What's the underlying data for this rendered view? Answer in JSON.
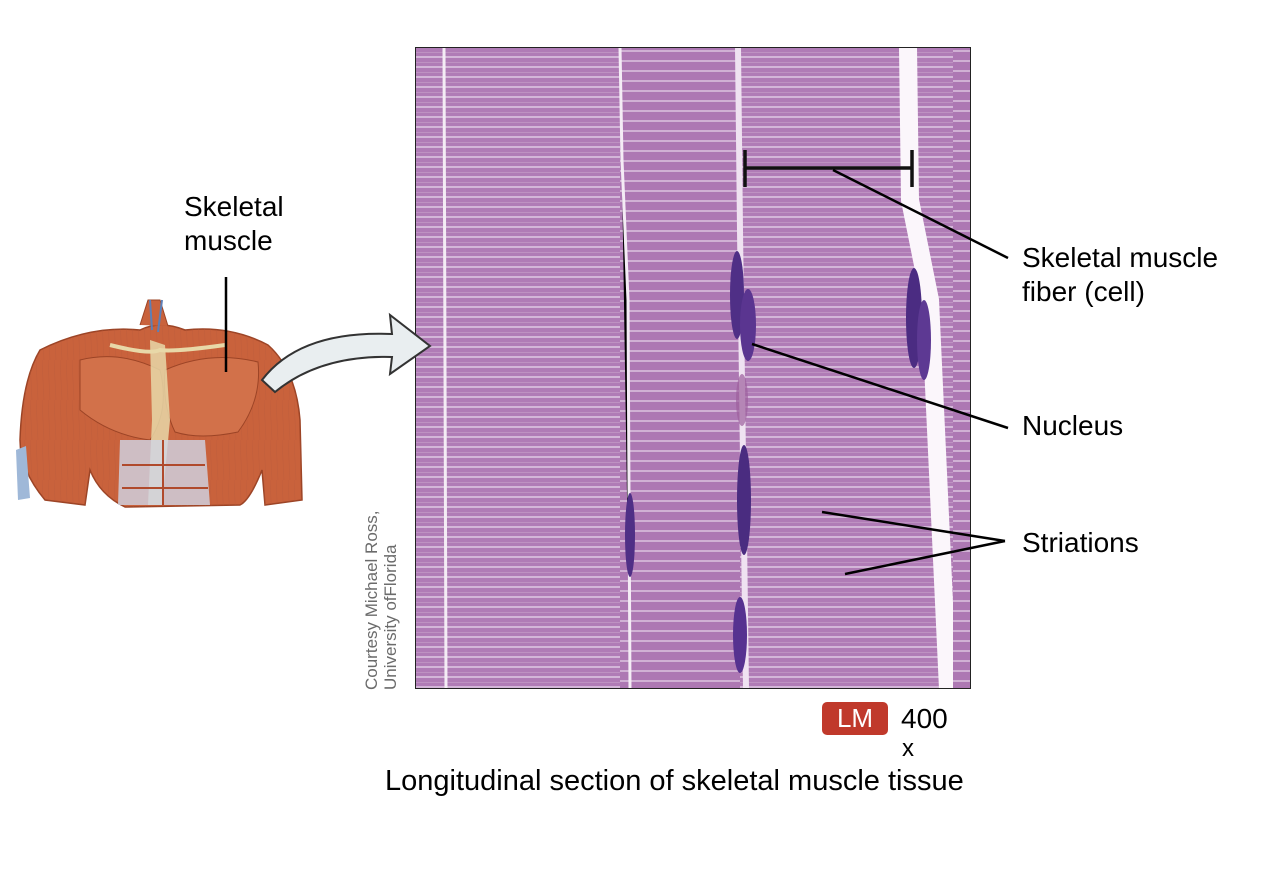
{
  "labels": {
    "skeletal_muscle_line1": "Skeletal",
    "skeletal_muscle_line2": "muscle",
    "fiber_line1": "Skeletal muscle",
    "fiber_line2": "fiber (cell)",
    "nucleus": "Nucleus",
    "striations": "Striations"
  },
  "caption": "Longitudinal section of skeletal muscle tissue",
  "magnification": {
    "badge": "LM",
    "value": "400",
    "unit": "x"
  },
  "credit": {
    "line1": "Courtesy Michael Ross,",
    "line2": "University ofFlorida"
  },
  "colors": {
    "micrograph_bg": "#b27fb7",
    "striation_light": "#d7bfdc",
    "nucleus": "#4f2f86",
    "muscle": "#c9623c",
    "tendon": "#e8d8a8",
    "arrow_fill": "#e9eef0",
    "badge": "#c0392b"
  }
}
